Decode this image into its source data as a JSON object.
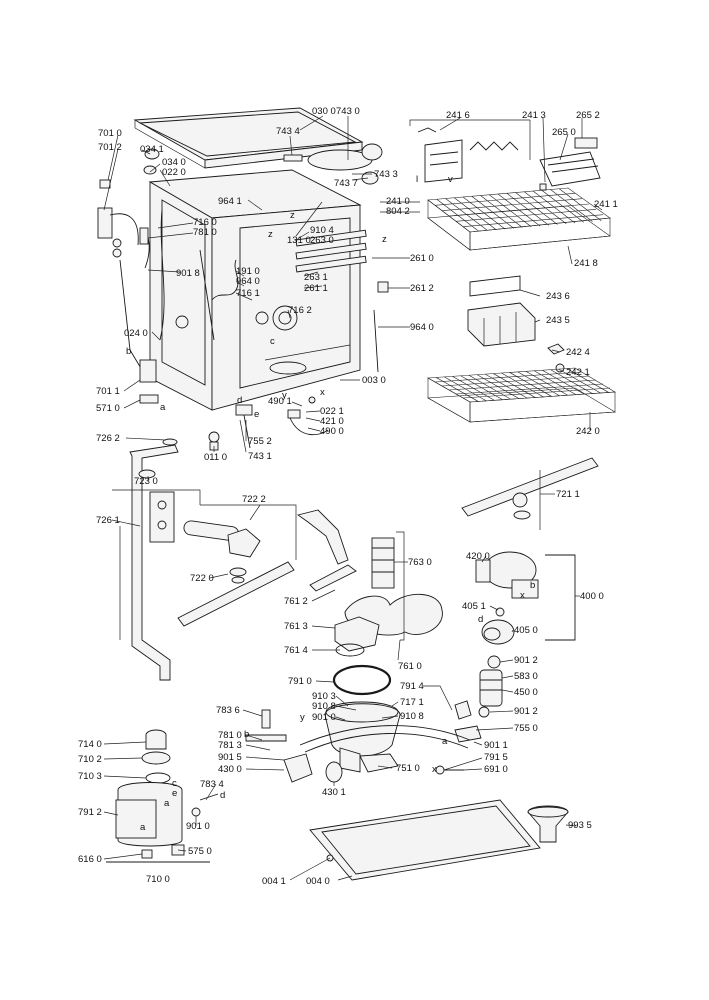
{
  "labels": [
    {
      "id": "0300",
      "text": "030 0"
    },
    {
      "id": "7430",
      "text": "743 0"
    },
    {
      "id": "7434",
      "text": "743 4"
    },
    {
      "id": "7433",
      "text": "743 3"
    },
    {
      "id": "7437",
      "text": "743 7"
    },
    {
      "id": "7010",
      "text": "701 0"
    },
    {
      "id": "7012",
      "text": "701 2"
    },
    {
      "id": "0341",
      "text": "034 1"
    },
    {
      "id": "0340",
      "text": "034 0"
    },
    {
      "id": "0220",
      "text": "022 0"
    },
    {
      "id": "9641",
      "text": "964 1"
    },
    {
      "id": "9104",
      "text": "910 4"
    },
    {
      "id": "2630",
      "text": "263 0"
    },
    {
      "id": "7160",
      "text": "716 0"
    },
    {
      "id": "7810",
      "text": "781 0"
    },
    {
      "id": "1310",
      "text": "131 0"
    },
    {
      "id": "9018",
      "text": "901 8"
    },
    {
      "id": "1910",
      "text": "191 0"
    },
    {
      "id": "9640a",
      "text": "964 0"
    },
    {
      "id": "2631",
      "text": "263 1"
    },
    {
      "id": "2611",
      "text": "261 1"
    },
    {
      "id": "7161",
      "text": "716 1"
    },
    {
      "id": "7162",
      "text": "716 2"
    },
    {
      "id": "2610",
      "text": "261 0"
    },
    {
      "id": "2612",
      "text": "261 2"
    },
    {
      "id": "9640b",
      "text": "964 0"
    },
    {
      "id": "0240",
      "text": "024 0"
    },
    {
      "id": "7011",
      "text": "701 1"
    },
    {
      "id": "5710",
      "text": "571 0"
    },
    {
      "id": "0030",
      "text": "003 0"
    },
    {
      "id": "4901",
      "text": "490 1"
    },
    {
      "id": "0221",
      "text": "022 1"
    },
    {
      "id": "4210",
      "text": "421 0"
    },
    {
      "id": "4900",
      "text": "490 0"
    },
    {
      "id": "7552",
      "text": "755 2"
    },
    {
      "id": "7431",
      "text": "743 1"
    },
    {
      "id": "0110",
      "text": "011 0"
    },
    {
      "id": "2416",
      "text": "241 6"
    },
    {
      "id": "2413",
      "text": "241 3"
    },
    {
      "id": "2652",
      "text": "265 2"
    },
    {
      "id": "2650",
      "text": "265 0"
    },
    {
      "id": "2410",
      "text": "241 0"
    },
    {
      "id": "8042",
      "text": "804 2"
    },
    {
      "id": "2411",
      "text": "241 1"
    },
    {
      "id": "2418",
      "text": "241 8"
    },
    {
      "id": "2436",
      "text": "243 6"
    },
    {
      "id": "2435",
      "text": "243 5"
    },
    {
      "id": "2424",
      "text": "242 4"
    },
    {
      "id": "2421",
      "text": "242 1"
    },
    {
      "id": "2420",
      "text": "242 0"
    },
    {
      "id": "7262",
      "text": "726 2"
    },
    {
      "id": "7230",
      "text": "723 0"
    },
    {
      "id": "7222",
      "text": "722 2"
    },
    {
      "id": "7261",
      "text": "726 1"
    },
    {
      "id": "7220",
      "text": "722 0"
    },
    {
      "id": "7211",
      "text": "721 1"
    },
    {
      "id": "7630",
      "text": "763 0"
    },
    {
      "id": "4200",
      "text": "420 0"
    },
    {
      "id": "4000",
      "text": "400 0"
    },
    {
      "id": "7612",
      "text": "761 2"
    },
    {
      "id": "7613",
      "text": "761 3"
    },
    {
      "id": "4051",
      "text": "405 1"
    },
    {
      "id": "4050",
      "text": "405 0"
    },
    {
      "id": "7614",
      "text": "761 4"
    },
    {
      "id": "7610",
      "text": "761 0"
    },
    {
      "id": "9012a",
      "text": "901 2"
    },
    {
      "id": "7910",
      "text": "791 0"
    },
    {
      "id": "5830",
      "text": "583 0"
    },
    {
      "id": "9103",
      "text": "910 3"
    },
    {
      "id": "7914",
      "text": "791 4"
    },
    {
      "id": "4500",
      "text": "450 0"
    },
    {
      "id": "7836",
      "text": "783 6"
    },
    {
      "id": "9108a",
      "text": "910 8"
    },
    {
      "id": "7171",
      "text": "717 1"
    },
    {
      "id": "9010a",
      "text": "901 0"
    },
    {
      "id": "9108b",
      "text": "910 8"
    },
    {
      "id": "9012b",
      "text": "901 2"
    },
    {
      "id": "7550",
      "text": "755 0"
    },
    {
      "id": "7140",
      "text": "714 0"
    },
    {
      "id": "7810b",
      "text": "781 0"
    },
    {
      "id": "7813",
      "text": "781 3"
    },
    {
      "id": "9011",
      "text": "901 1"
    },
    {
      "id": "7102",
      "text": "710 2"
    },
    {
      "id": "9015",
      "text": "901 5"
    },
    {
      "id": "7915",
      "text": "791 5"
    },
    {
      "id": "7103",
      "text": "710 3"
    },
    {
      "id": "4300",
      "text": "430 0"
    },
    {
      "id": "7510",
      "text": "751 0"
    },
    {
      "id": "6910",
      "text": "691 0"
    },
    {
      "id": "7834",
      "text": "783 4"
    },
    {
      "id": "4301",
      "text": "430 1"
    },
    {
      "id": "9010b",
      "text": "901 0"
    },
    {
      "id": "7912",
      "text": "791 2"
    },
    {
      "id": "5750",
      "text": "575 0"
    },
    {
      "id": "6160",
      "text": "616 0"
    },
    {
      "id": "7100",
      "text": "710 0"
    },
    {
      "id": "0041",
      "text": "004 1"
    },
    {
      "id": "0040",
      "text": "004 0"
    },
    {
      "id": "9935",
      "text": "993 5"
    }
  ],
  "letters": [
    {
      "id": "a1",
      "text": "a"
    },
    {
      "id": "b1",
      "text": "b"
    },
    {
      "id": "c1",
      "text": "c"
    },
    {
      "id": "d1",
      "text": "d"
    },
    {
      "id": "e1",
      "text": "e"
    },
    {
      "id": "x1",
      "text": "x"
    },
    {
      "id": "y1",
      "text": "y"
    },
    {
      "id": "z1",
      "text": "z"
    },
    {
      "id": "z2",
      "text": "z"
    },
    {
      "id": "z3",
      "text": "z"
    },
    {
      "id": "l1",
      "text": "l"
    },
    {
      "id": "v1",
      "text": "v"
    },
    {
      "id": "x2",
      "text": "x"
    },
    {
      "id": "b2",
      "text": "b"
    },
    {
      "id": "d2",
      "text": "d"
    },
    {
      "id": "a2",
      "text": "a"
    },
    {
      "id": "b3",
      "text": "b"
    },
    {
      "id": "a3",
      "text": "a"
    },
    {
      "id": "c2",
      "text": "c"
    },
    {
      "id": "d3",
      "text": "d"
    },
    {
      "id": "e2",
      "text": "e"
    },
    {
      "id": "a4",
      "text": "a"
    },
    {
      "id": "x3",
      "text": "x"
    },
    {
      "id": "y2",
      "text": "y"
    }
  ]
}
